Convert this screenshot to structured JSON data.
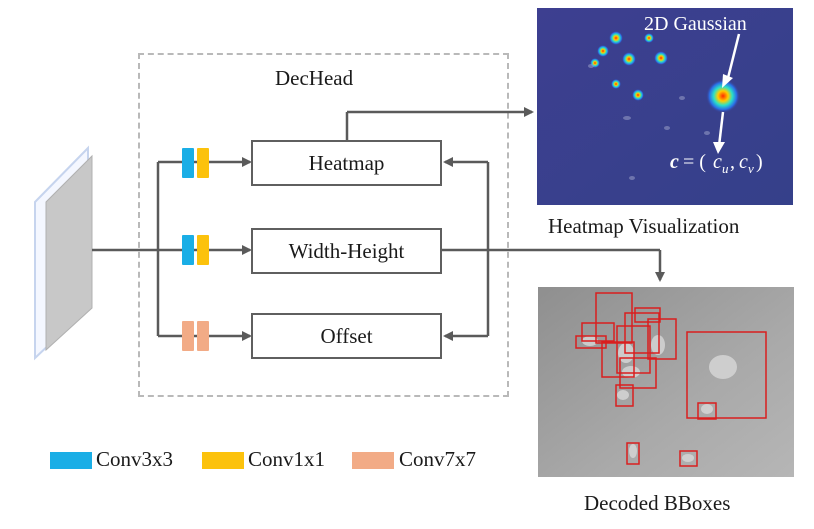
{
  "dechead": {
    "title": "DecHead",
    "branches": [
      "Heatmap",
      "Width-Height",
      "Offset"
    ]
  },
  "heatmap_panel": {
    "annotation": "2D Gaussian",
    "caption": "Heatmap Visualization"
  },
  "bbox_panel": {
    "caption": "Decoded BBoxes"
  },
  "legend": [
    {
      "label": "Conv3x3",
      "color": "#1aaee6"
    },
    {
      "label": "Conv1x1",
      "color": "#fcc20c"
    },
    {
      "label": "Conv7x7",
      "color": "#f2ab86"
    }
  ],
  "colors": {
    "conv3x3": "#1aaee6",
    "conv1x1": "#fcc20c",
    "conv7x7": "#f2ab86",
    "arrow": "#5a5a5a",
    "feature_map": "#c9c9c9",
    "heatmap_bg": "#3a3f8e",
    "bbox": "#d91f1f"
  }
}
